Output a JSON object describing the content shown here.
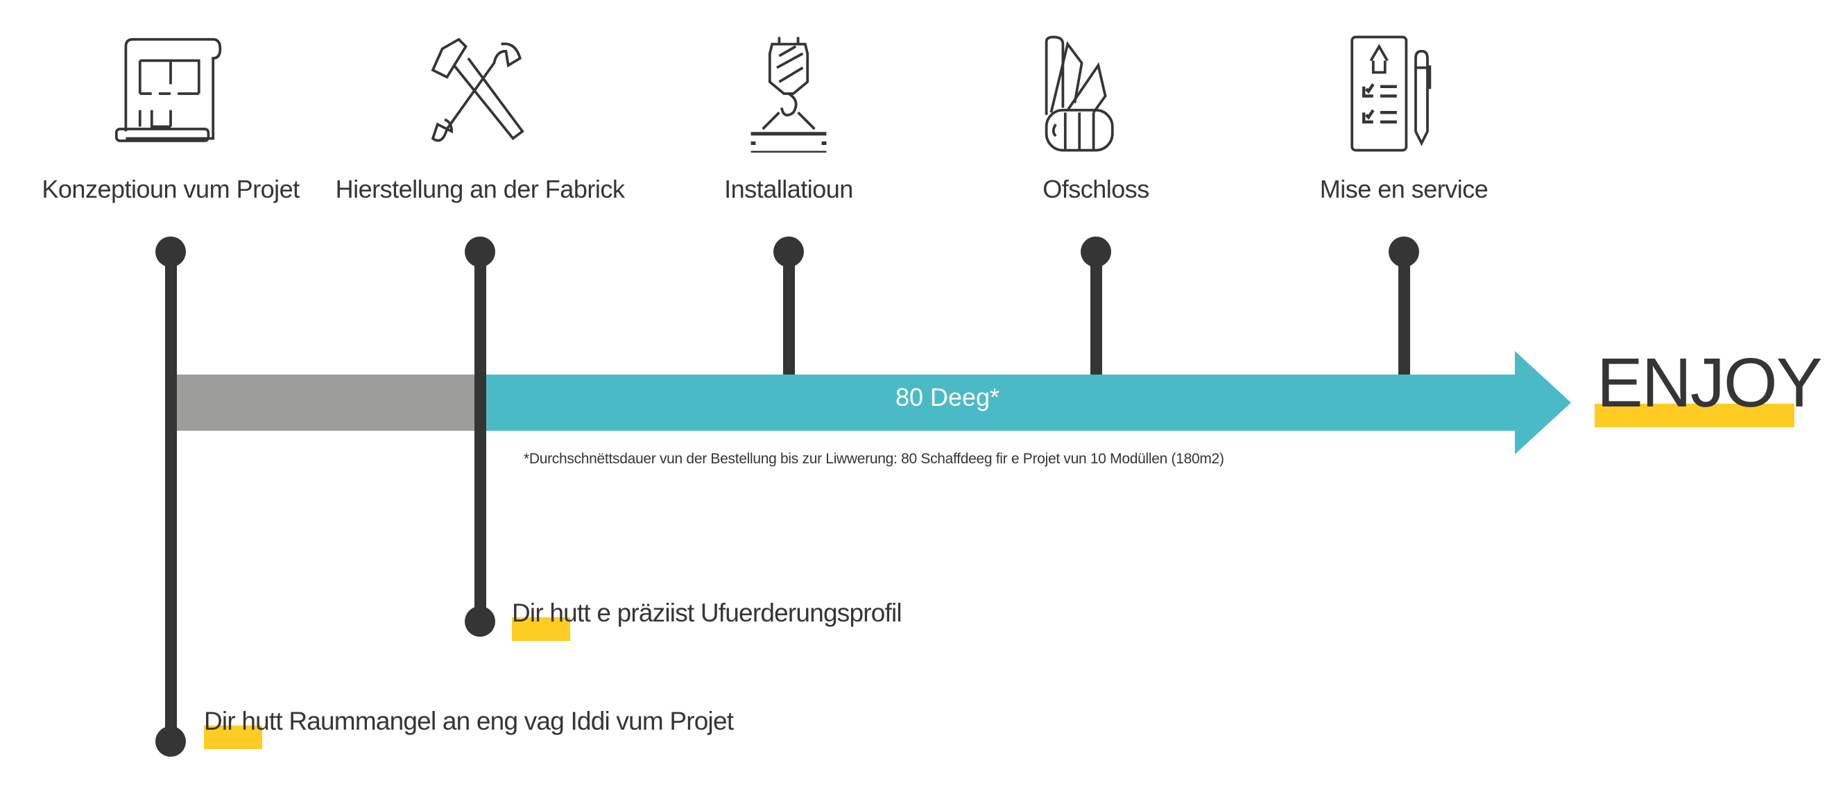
{
  "steps": [
    {
      "label": "Konzeptioun vum Projet",
      "icon": "blueprint-scroll-icon"
    },
    {
      "label": "Hierstellung an der Fabrick",
      "icon": "hammer-wrench-icon"
    },
    {
      "label": "Installatioun",
      "icon": "crane-hook-icon"
    },
    {
      "label": "Ofschloss",
      "icon": "color-swatch-icon"
    },
    {
      "label": "Mise en service",
      "icon": "checklist-pencil-icon"
    }
  ],
  "timeline": {
    "duration_label": "80 Deeg*",
    "footnote": "*Durchschnëttsdauer vun der Bestellung bis zur Liwwerung: 80 Schaffdeeg fir e Projet vun 10 Modüllen (180m2)",
    "end_label": "ENJOY"
  },
  "notes": [
    {
      "text": "Dir hutt e präziist Ufuerderungsprofil"
    },
    {
      "text": "Dir hutt Raummangel an eng vag Iddi vum Projet"
    }
  ],
  "colors": {
    "dark": "#353535",
    "teal": "#4abac6",
    "grey": "#9d9d9c",
    "yellow": "#fecc22"
  }
}
